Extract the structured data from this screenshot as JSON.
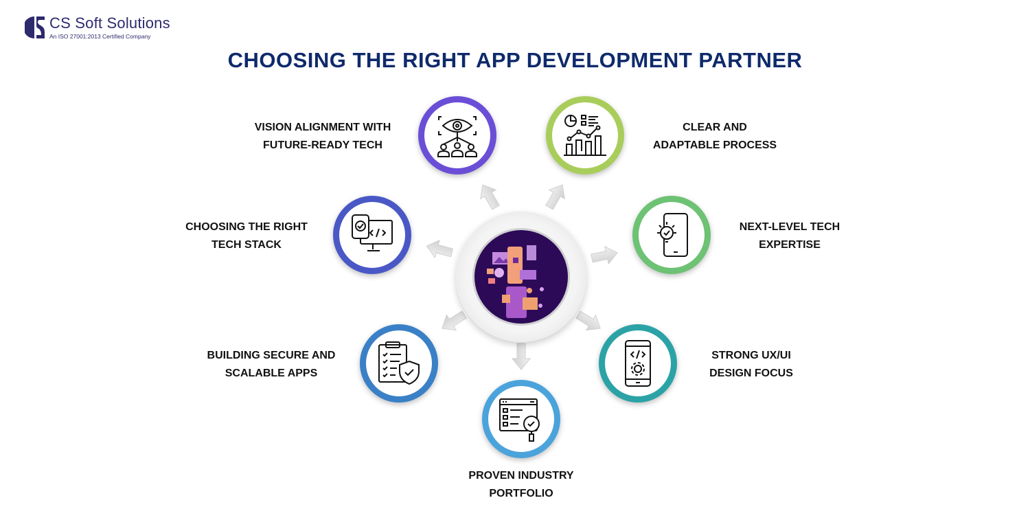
{
  "logo": {
    "name": "CS Soft Solutions",
    "tagline": "An ISO 27001:2013 Certified Company"
  },
  "title": "CHOOSING THE RIGHT APP DEVELOPMENT PARTNER",
  "items": [
    {
      "line1": "VISION ALIGNMENT WITH",
      "line2": "FUTURE-READY TECH",
      "icon": "eye-team-icon",
      "color": "#6a4ed6"
    },
    {
      "line1": "CLEAR AND",
      "line2": "ADAPTABLE PROCESS",
      "icon": "analytics-chart-icon",
      "color": "#a9cd5b"
    },
    {
      "line1": "CHOOSING THE RIGHT",
      "line2": "TECH STACK",
      "icon": "monitor-code-icon",
      "color": "#4a58c6"
    },
    {
      "line1": "NEXT-LEVEL TECH",
      "line2": "EXPERTISE",
      "icon": "phone-lightbulb-icon",
      "color": "#6dc273"
    },
    {
      "line1": "BUILDING SECURE AND",
      "line2": "SCALABLE APPS",
      "icon": "clipboard-shield-icon",
      "color": "#3a80c6"
    },
    {
      "line1": "STRONG UX/UI",
      "line2": "DESIGN FOCUS",
      "icon": "phone-code-gear-icon",
      "color": "#2ba3a6"
    },
    {
      "line1": "PROVEN INDUSTRY",
      "line2": "PORTFOLIO",
      "icon": "browser-search-icon",
      "color": "#4ba3db"
    }
  ],
  "hub": {
    "icon": "app-design-illustration-icon",
    "bg": "#2c0a58"
  }
}
